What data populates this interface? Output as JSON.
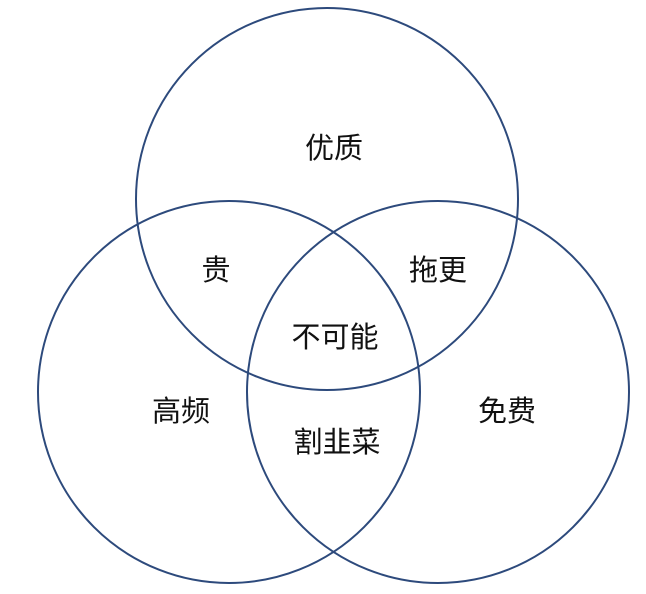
{
  "diagram": {
    "type": "venn",
    "circle_color": "#2d4a7c",
    "sets": [
      {
        "id": "top",
        "label": "优质"
      },
      {
        "id": "left",
        "label": "高频"
      },
      {
        "id": "right",
        "label": "免费"
      }
    ],
    "intersections": {
      "top_left": "贵",
      "top_right": "拖更",
      "left_right": "割韭菜",
      "all": "不可能"
    }
  }
}
